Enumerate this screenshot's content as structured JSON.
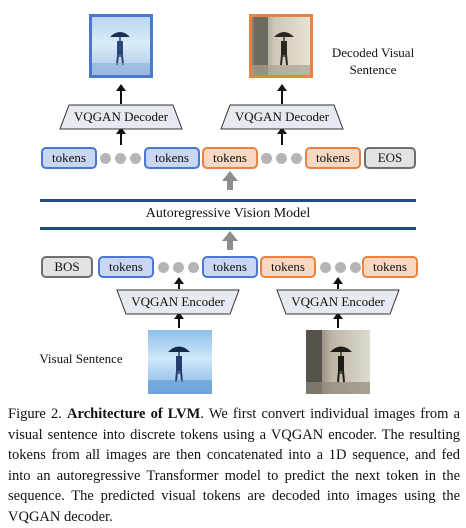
{
  "diagram": {
    "decoded_caption": "Decoded Visual\nSentence",
    "decoder_label": "VQGAN Decoder",
    "encoder_label": "VQGAN Encoder",
    "model_label": "Autoregressive Vision Model",
    "visual_sentence_label": "Visual Sentence",
    "token_label": "tokens",
    "bos_label": "BOS",
    "eos_label": "EOS"
  },
  "caption": {
    "prefix": "Figure 2. ",
    "bold": "Architecture of LVM",
    "body": ". We first convert individual images from a visual sentence into discrete tokens using a VQGAN encoder. The resulting tokens from all images are then concatenated into a 1D sequence, and fed into an autoregressive Transformer model to predict the next token in the sequence. The predicted visual tokens are decoded into images using the VQGAN decoder."
  },
  "colors": {
    "blue_token_border": "#4a77d0",
    "orange_token_border": "#e8843f",
    "model_line": "#1f4e79",
    "trapezoid_fill": "#e6e9f0"
  }
}
